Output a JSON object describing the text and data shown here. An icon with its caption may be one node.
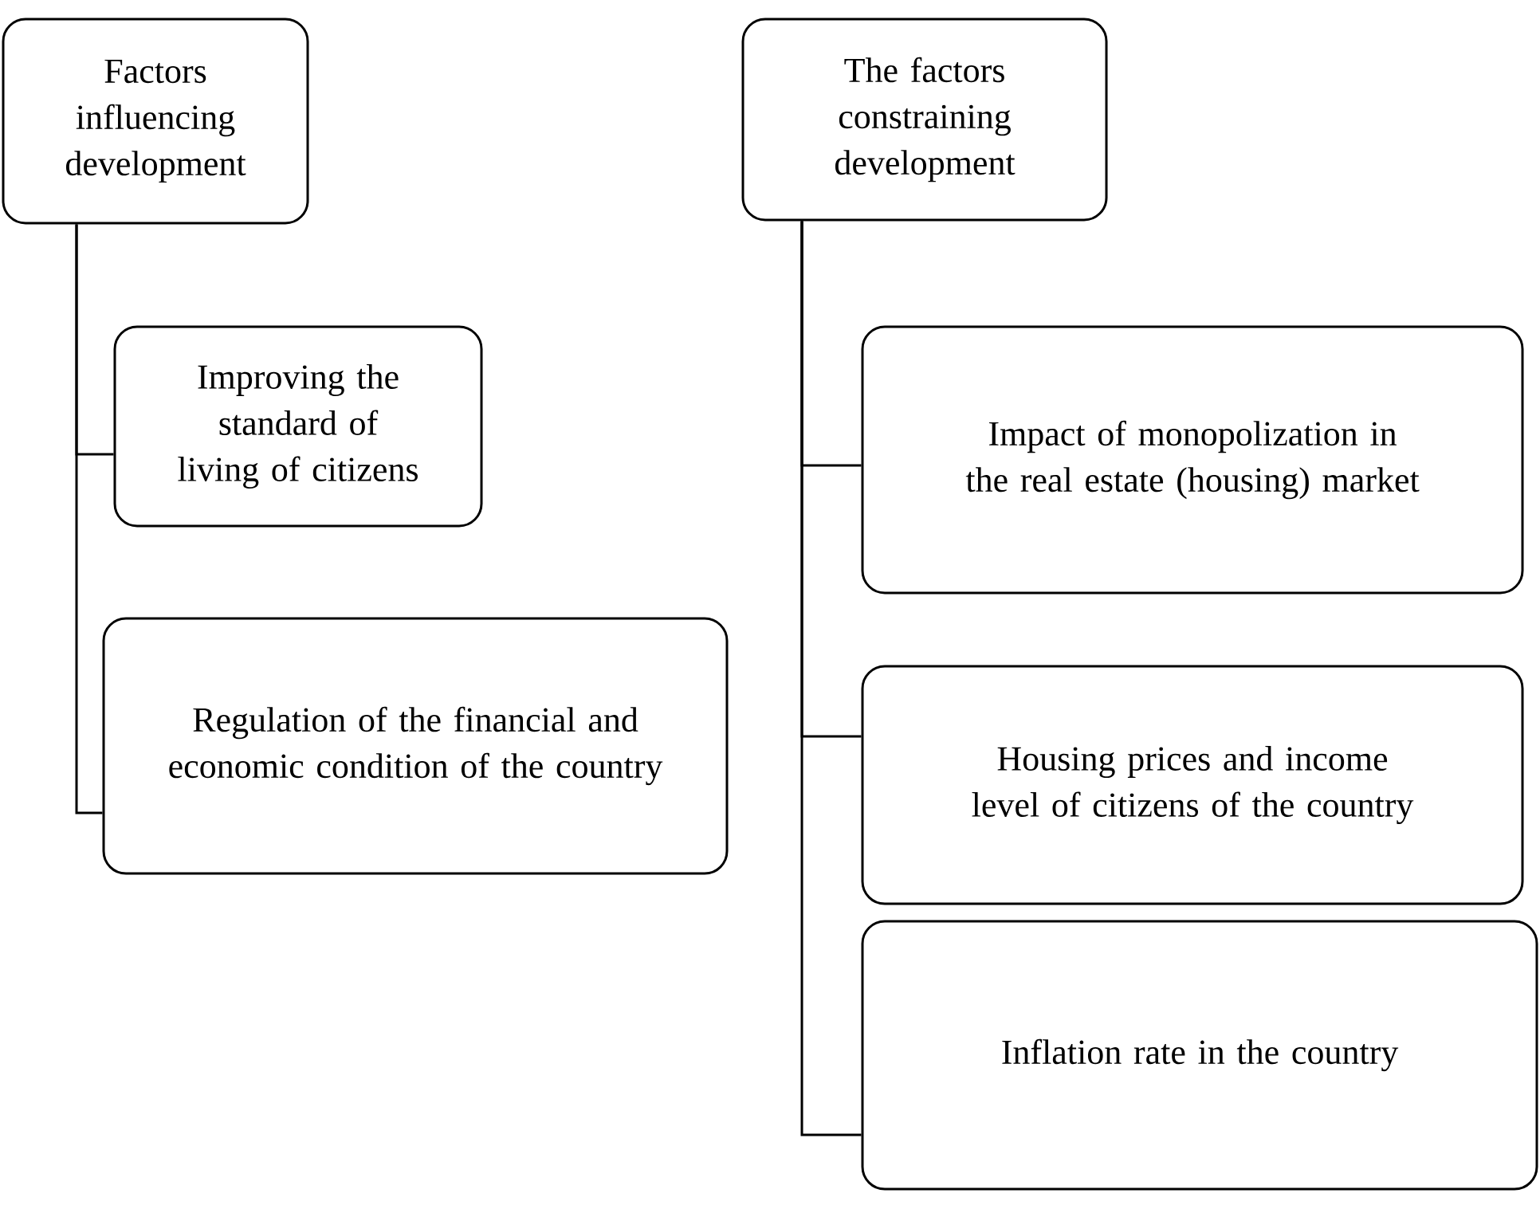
{
  "diagram": {
    "nodes": [
      {
        "text": [
          "Factors influencing development"
        ]
      },
      {
        "text": [
          "Improving the standard of living of citizens"
        ]
      },
      {
        "text": [
          "Regulation of the financial and economic condition of the country"
        ]
      },
      {
        "text": [
          "The factors constraining development"
        ]
      },
      {
        "text": [
          "Impact of monopolization in the real estate (housing) market"
        ]
      },
      {
        "text": [
          "Housing prices and income level of citizens of the country"
        ]
      },
      {
        "text": [
          "Inflation rate in the country"
        ]
      }
    ],
    "edges": [
      {
        "from": 0,
        "to": 1,
        "arrow": "none"
      },
      {
        "from": 0,
        "to": 2,
        "arrow": "none"
      },
      {
        "from": 3,
        "to": 4,
        "arrow": "none"
      },
      {
        "from": 3,
        "to": 5,
        "arrow": "none"
      },
      {
        "from": 3,
        "to": 6,
        "arrow": "none"
      }
    ]
  }
}
